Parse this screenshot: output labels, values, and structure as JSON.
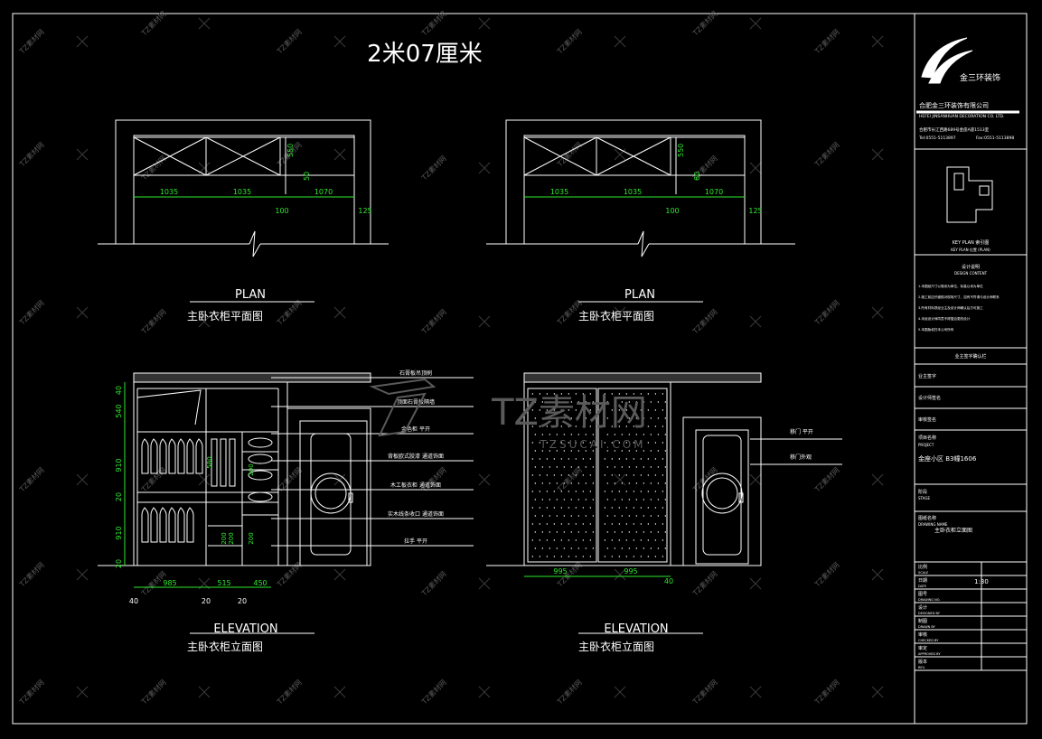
{
  "drawing": {
    "title": "2米07厘米",
    "plan_left": {
      "label_en": "PLAN",
      "label_cn": "主卧衣柜平面图",
      "dims": [
        "1035",
        "1035",
        "1070",
        "100",
        "125",
        "550",
        "50"
      ]
    },
    "plan_right": {
      "label_en": "PLAN",
      "label_cn": "主卧衣柜平面图",
      "dims": [
        "1035",
        "1035",
        "1070",
        "100",
        "125",
        "550",
        "60"
      ]
    },
    "elev_left": {
      "label_en": "ELEVATION",
      "label_cn": "主卧衣柜立面图",
      "left_dims": [
        "40",
        "540",
        "910",
        "20",
        "910",
        "20"
      ],
      "bottom_dims": [
        "985",
        "515",
        "450",
        "40",
        "20",
        "20"
      ],
      "inner_dims": [
        "580",
        "200",
        "200",
        "200",
        "200"
      ],
      "notes": [
        "石膏板吊顶刷",
        "顶面石膏板隔墙",
        "金色柜 平开",
        "背板欧式胶漆 通道饰面",
        "木工板衣柜 通道饰面",
        "实木线条收口 通道饰面",
        "拉手 平开"
      ]
    },
    "elev_right": {
      "label_en": "ELEVATION",
      "label_cn": "主卧衣柜立面图",
      "bottom_dims": [
        "995",
        "995",
        "40"
      ],
      "notes": [
        "移门 平开",
        "移门外观"
      ]
    }
  },
  "watermark": {
    "logo_text": "TZ素材网",
    "url_text": "TZSUCAI.COM",
    "small_mark": "TZ素材网"
  },
  "title_block": {
    "company_logo_text": "金三环装饰",
    "company_name": "合肥金三环装饰有限公司",
    "company_name_en": "HEFEI JINSANHUAN DECORATION CO. LTD.",
    "address": "合肥市长江西路689号金座A座1513室",
    "phone": "Tel:0551-5113897",
    "fax": "Fax:0551-5113898",
    "key_plan_label": "KEY PLAN 索引图",
    "key_plan_sub": "KEY PLAN 位置 (PLAN)",
    "notes_title": "设计说明",
    "notes_sub": "DESIGN CONTENT",
    "notes_lines": [
      "1.本图纸尺寸以毫米为单位，标高以米为单位",
      "2.施工前应仔细核对现场尺寸，如有不符请与设计师联系",
      "3.所有材料须经业主及设计师确认后方可施工",
      "4.未经设计师同意不得擅自更改设计",
      "5.本图版权归本公司所有"
    ],
    "stamp_label": "业主签字确认栏",
    "field_owner": "业主签字",
    "field_designer": "设计师签名",
    "field_check": "审核签名",
    "project_label": "项目名称",
    "project_sub": "PROJECT",
    "project_name": "金座小区 B3幢1606",
    "phase_label": "阶段",
    "phase_sub": "STAGE",
    "drawing_name_label": "图纸名称",
    "drawing_name_sub": "DRAWING NAME",
    "drawing_name": "主卧衣柜立面图",
    "rows": [
      {
        "label": "比例",
        "sub": "SCALE",
        "value": "1:30"
      },
      {
        "label": "日期",
        "sub": "DATE",
        "value": ""
      },
      {
        "label": "图号",
        "sub": "DRAWING NO.",
        "value": ""
      },
      {
        "label": "设计",
        "sub": "DESIGNED BY",
        "value": ""
      },
      {
        "label": "制图",
        "sub": "DRAWN BY",
        "value": ""
      },
      {
        "label": "审核",
        "sub": "CHECKED BY",
        "value": ""
      },
      {
        "label": "审定",
        "sub": "APPROVED BY",
        "value": ""
      },
      {
        "label": "版本",
        "sub": "REV.",
        "value": ""
      }
    ]
  },
  "colors": {
    "line": "#ffffff",
    "dimension": "#2ee82e",
    "background": "#000000",
    "watermark": "#5a5a5a"
  }
}
